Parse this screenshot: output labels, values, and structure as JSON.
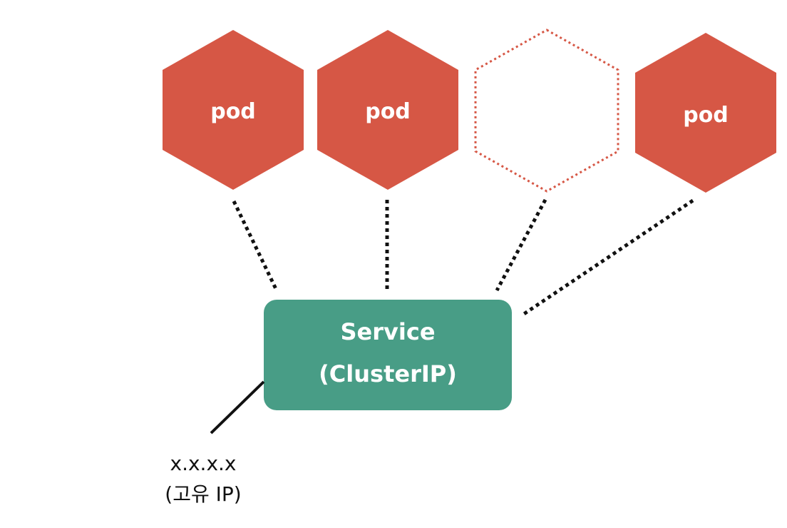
{
  "colors": {
    "pod_fill": "#d65745",
    "pod_outline_dotted": "#d65745",
    "service_fill": "#489d86",
    "connector": "#111111",
    "text_light": "#ffffff",
    "text_dark": "#111111"
  },
  "pods": [
    {
      "label": "pod",
      "state": "running"
    },
    {
      "label": "pod",
      "state": "running"
    },
    {
      "label": "",
      "state": "pending"
    },
    {
      "label": "pod",
      "state": "running"
    }
  ],
  "service": {
    "name": "Service",
    "type": "(ClusterIP)"
  },
  "ip": {
    "address": "x.x.x.x",
    "note": "(고유 IP)"
  }
}
